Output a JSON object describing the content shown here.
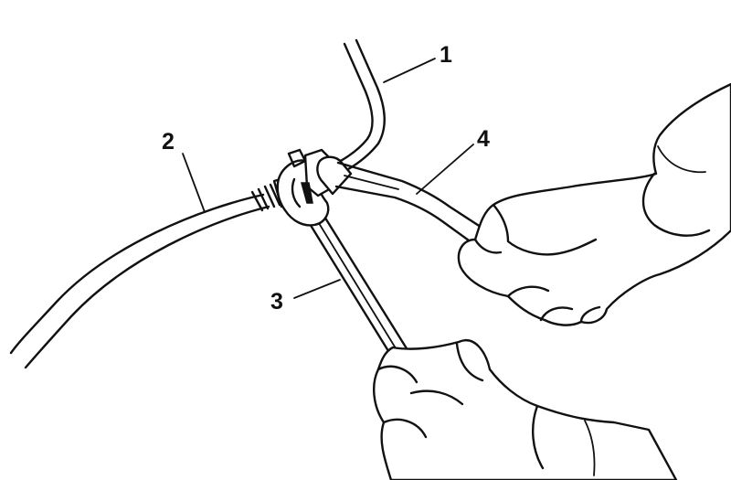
{
  "diagram": {
    "callouts": [
      {
        "id": "1",
        "text": "1"
      },
      {
        "id": "2",
        "text": "2"
      },
      {
        "id": "3",
        "text": "3"
      },
      {
        "id": "4",
        "text": "4"
      }
    ],
    "line_color": "#111111",
    "background": "#ffffff"
  }
}
